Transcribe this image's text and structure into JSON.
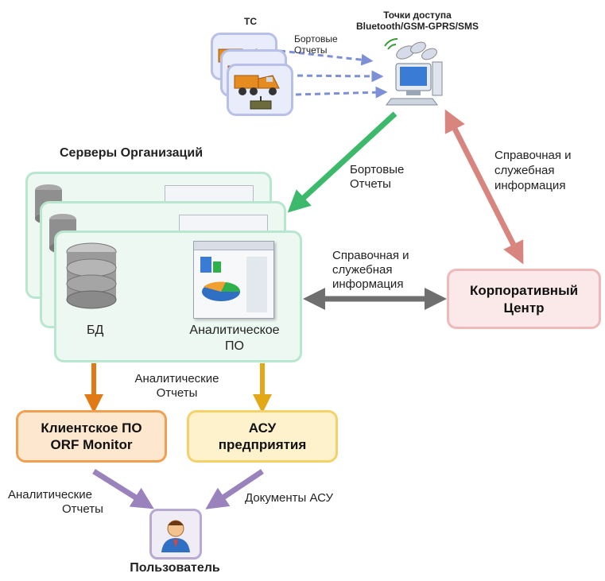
{
  "vehicles": {
    "title": "ТС"
  },
  "access_point": {
    "title_line1": "Точки доступа",
    "title_line2": "Bluetooth/GSM-GPRS/SMS"
  },
  "onboard_label": {
    "line1": "Бортовые",
    "line2": "Отчеты"
  },
  "servers": {
    "title": "Серверы Организаций",
    "db_label": "БД",
    "analytics_line1": "Аналитическое",
    "analytics_line2": "ПО"
  },
  "edge_labels": {
    "onboard_reports_line1": "Бортовые",
    "onboard_reports_line2": "Отчеты",
    "reference_right_line1": "Справочная и",
    "reference_right_line2": "служебная",
    "reference_right_line3": "информация",
    "reference_mid_line1": "Справочная и",
    "reference_mid_line2": "служебная",
    "reference_mid_line3": "информация",
    "analytic_reports_line1": "Аналитические",
    "analytic_reports_line2": "Отчеты",
    "analytic_reports_left_line1": "Аналитические",
    "analytic_reports_left_line2": "Отчеты",
    "asu_docs": "Документы АСУ"
  },
  "corporate_center": {
    "line1": "Корпоративный",
    "line2": "Центр"
  },
  "client_sw": {
    "line1": "Клиентское ПО",
    "line2": "ORF Monitor"
  },
  "asu": {
    "line1": "АСУ",
    "line2": "предприятия"
  },
  "user": {
    "label": "Пользователь"
  },
  "colors": {
    "server_border": "#b9e6cf",
    "server_fill": "#ecf8f1",
    "corp_border": "#eeb9b9",
    "corp_fill": "#fbe9e9",
    "client_border": "#f0a050",
    "client_fill": "#fde7cf",
    "asu_border": "#f5d16a",
    "asu_fill": "#fdf2cc",
    "vehicle_border": "#b8bfe8",
    "vehicle_fill": "#e9ecfb",
    "arrow_green": "#3cb96a",
    "arrow_pink": "#d8857f",
    "arrow_gray": "#6f6f6f",
    "arrow_orange": "#e07a15",
    "arrow_yellow": "#e2a818",
    "arrow_purple": "#9a82bd",
    "arrow_blue_dashed": "#7d8fd6"
  }
}
